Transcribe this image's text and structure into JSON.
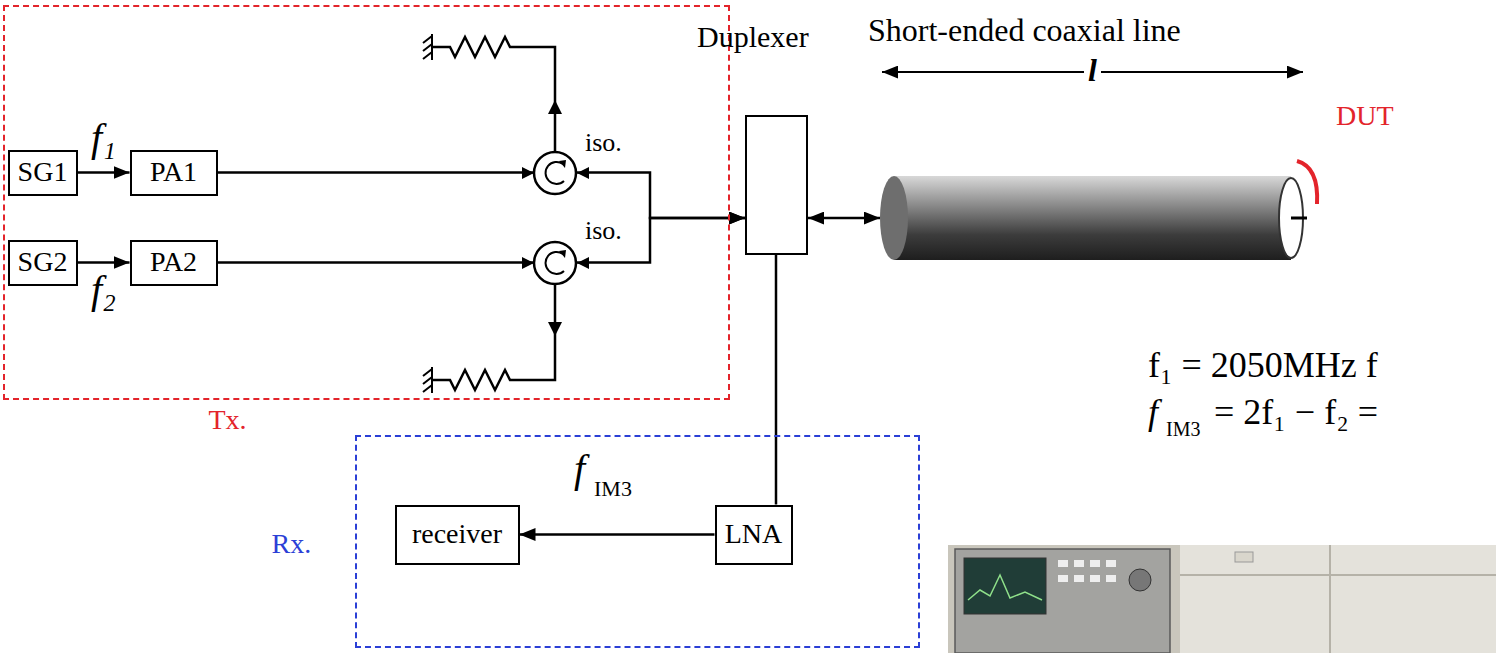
{
  "diagram": {
    "nodes": [
      {
        "text": [
          "Tx."
        ]
      },
      {
        "text": [
          "SG1"
        ],
        "in": 0
      },
      {
        "text": [
          "PA1"
        ],
        "in": 0
      },
      {
        "text": [
          "SG2"
        ],
        "in": 0
      },
      {
        "text": [
          "PA2"
        ],
        "in": 0
      },
      {
        "text": [
          "Duplexer"
        ]
      },
      {
        "text": [
          "Short-ended coaxial line"
        ]
      },
      {
        "text": [
          "Rx."
        ]
      },
      {
        "text": [
          "receiver"
        ],
        "in": 7
      },
      {
        "text": [
          "LNA"
        ],
        "in": 7
      }
    ],
    "edges": [
      {
        "from": 1,
        "to": 2,
        "arrow": "to",
        "label": "f₁"
      },
      {
        "from": 3,
        "to": 4,
        "arrow": "to",
        "label": "f₂"
      },
      {
        "from": 2,
        "to": 5,
        "arrow": "to"
      },
      {
        "from": 4,
        "to": 5,
        "arrow": "to"
      },
      {
        "from": 5,
        "to": 6,
        "arrow": "both"
      },
      {
        "from": 5,
        "to": 9,
        "arrow": "none"
      },
      {
        "from": 9,
        "to": 8,
        "arrow": "to"
      }
    ],
    "labels": [
      "iso.",
      "iso.",
      "DUT",
      "l",
      "f",
      "IM3",
      "f₁ = 2050MHz f",
      "f",
      "IM3",
      "= 2f₁ − f₂ ="
    ]
  }
}
